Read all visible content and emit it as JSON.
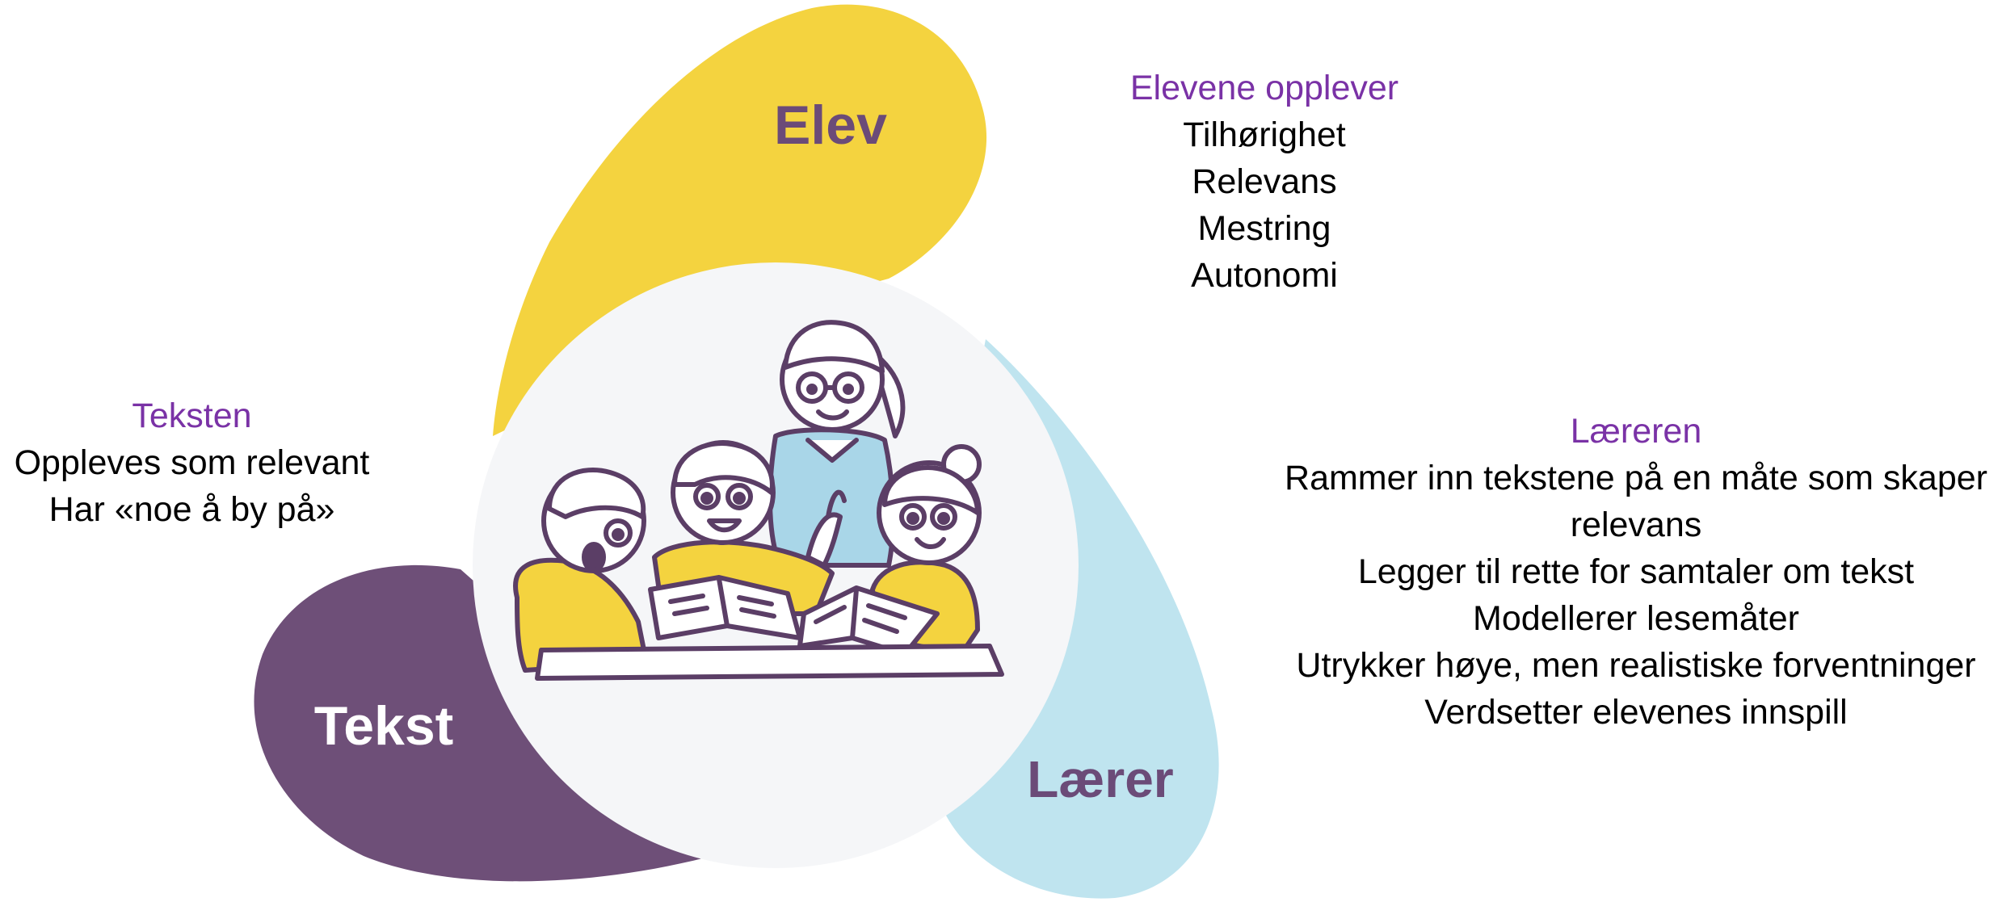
{
  "diagram": {
    "petals": [
      {
        "label": "Elev",
        "color": "#f4d33f",
        "label_color": "#6b4b78"
      },
      {
        "label": "Tekst",
        "color": "#6e4f78",
        "label_color": "#ffffff"
      },
      {
        "label": "Lærer",
        "color": "#bfe4ef",
        "label_color": "#6b4b78"
      }
    ],
    "center_color": "#f5f6f8",
    "illustration": "classroom-reading-illustration"
  },
  "blocks": {
    "elev": {
      "heading": "Elevene opplever",
      "items": [
        "Tilhørighet",
        "Relevans",
        "Mestring",
        "Autonomi"
      ]
    },
    "tekst": {
      "heading": "Teksten",
      "items": [
        "Oppleves som relevant",
        "Har «noe å by på»"
      ]
    },
    "laerer": {
      "heading": "Læreren",
      "items": [
        "Rammer inn tekstene på en måte som skaper relevans",
        "Legger til rette for samtaler om tekst",
        "Modellerer lesemåter",
        "Utrykker høye, men realistiske forventninger",
        "Verdsetter elevenes innspill"
      ]
    }
  },
  "colors": {
    "heading": "#7a32a6",
    "body_text": "#000000",
    "outline": "#5b3e66"
  }
}
